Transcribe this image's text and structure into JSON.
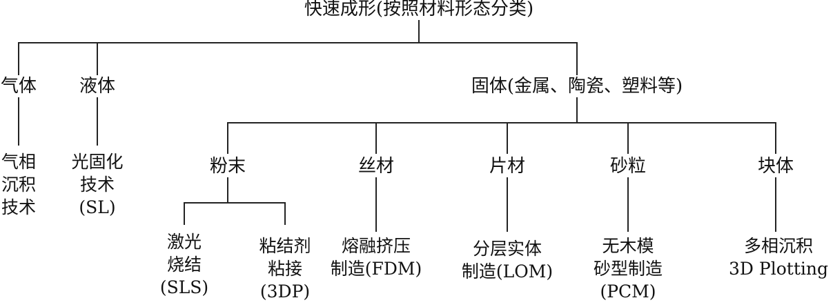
{
  "diagram": {
    "root": "快速成形(按照材料形态分类)",
    "gas": "气体",
    "liquid": "液体",
    "solid": "固体(金属、陶瓷、塑料等)",
    "gas_method": [
      "气相",
      "沉积",
      "技术"
    ],
    "liquid_method": [
      "光固化",
      "技术",
      "(SL)"
    ],
    "powder": "粉末",
    "filament": "丝材",
    "sheet": "片材",
    "sand": "砂粒",
    "block": "块体",
    "sls": [
      "激光",
      "烧结",
      "(SLS)"
    ],
    "tdp": [
      "粘结剂",
      "粘接",
      "(3DP)"
    ],
    "fdm": [
      "熔融挤压",
      "制造(FDM)"
    ],
    "lom": [
      "分层实体",
      "制造(LOM)"
    ],
    "pcm": [
      "无木模",
      "砂型制造",
      "(PCM)"
    ],
    "plotting": [
      "多相沉积",
      "3D Plotting"
    ]
  }
}
